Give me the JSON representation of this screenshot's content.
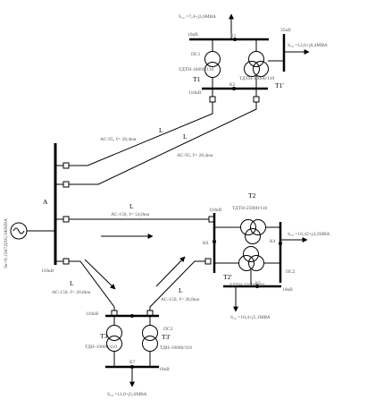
{
  "labels": {
    "s_top1": "S₁₀ =7,4+j3,6МВА",
    "sub1_bus": "35кВ",
    "s_top2": "S₁₀ =12,6+j6,4МВА",
    "sub1_hv_left": "10кВ",
    "sub1_k1": "К1",
    "sub1_name": "ПС1",
    "sub1_tr_left": "ТДТН-16000/110",
    "sub1_tr_right": "ТДТН-16000/110",
    "T1": "Т1",
    "T1p": "Т1'",
    "sub1_k2": "К2",
    "sub1_lv": "110кВ",
    "L1a": "L",
    "L1a_spec": "АС-95, ℓ= 28,4км",
    "L1b": "L",
    "L1b_spec": "АС-95, ℓ= 28,4км",
    "A": "А",
    "L2": "L",
    "L2_spec": "АС-150, ℓ= 54,8км",
    "source_label": "Sк=0,1S87ДХ6,3ЖМВА",
    "bus_a_bottom": "110кВ",
    "L3": "L",
    "L3_spec": "АС-150, ℓ= 20,8км",
    "L4": "L",
    "L4_spec": "АС-150, ℓ= 36,8км",
    "T2": "Т2",
    "sub2_tr_top": "ТДТН-25000/110",
    "sub2_hv": "110кВ",
    "s_sub2_top": "S₁₀ =10,42+j4,2МВА",
    "sub2_k6": "К6",
    "sub2_k4": "К4",
    "T2p": "Т2'",
    "sub2_tr_bottom": "ТДТН-25000/110",
    "sub2_name": "ПС2",
    "sub2_k5": "К5",
    "sub2_lv": "10кВ",
    "s_sub2_bottom": "S₁₀ =10,4+j5,1МВА",
    "sub3_hv": "110кВ",
    "sub3_name": "ПС3",
    "T3": "Т3",
    "T3p": "Т3'",
    "sub3_tr_left": "ТДН-10000/110",
    "sub3_tr_right": "ТДН-10000/110",
    "sub3_k7": "К7",
    "sub3_lv": "10кВ",
    "s_sub3": "S₁₀ =11,0+j5,6МВА"
  }
}
